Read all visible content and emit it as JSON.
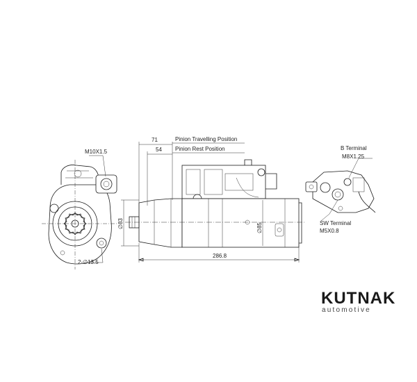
{
  "labels": {
    "pinion_travel_dim": "71",
    "pinion_travel_label": "Pinion Travelling Position",
    "pinion_rest_dim": "54",
    "pinion_rest_label": "Pinion Rest Position",
    "mount_thread": "M10X1.5",
    "mount_holes": "2-∅13.5",
    "flange_dia": "∅83",
    "body_dia": "∅85",
    "overall_length": "286.8",
    "b_terminal": "B Terminal",
    "b_terminal_thread": "M8X1.25",
    "sw_terminal": "SW Terminal",
    "sw_terminal_thread": "M5X0.8"
  },
  "brand": {
    "name": "KUTNAK",
    "subtitle": "automotive"
  }
}
